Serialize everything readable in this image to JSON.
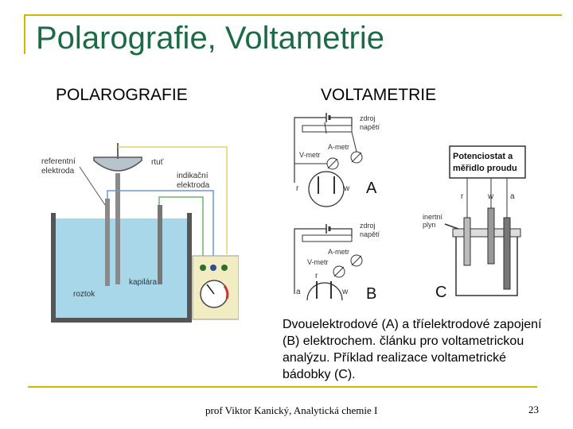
{
  "slide": {
    "title": "Polarografie, Voltametrie",
    "subtitle_left": "POLAROGRAFIE",
    "subtitle_right": "VOLTAMETRIE",
    "caption": "Dvouelektrodové (A) a tříelektrodové zapojení (B) elektrochem. článku pro voltametrickou analýzu. Příklad realizace voltametrické bádobky (C).",
    "footer": "prof Viktor Kanický, Analytická chemie I",
    "page_number": "23"
  },
  "polarography_figure": {
    "label_reference": "referentní",
    "label_reference_2": "elektroda",
    "label_mercury": "rtuť",
    "label_indicator": "indikační",
    "label_indicator_2": "elektroda",
    "label_capillary": "kapilára",
    "label_solution": "roztok"
  },
  "voltammetry_figure": {
    "source_1": "zdroj",
    "source_2": "napětí",
    "ammeter": "A-metr",
    "voltmeter": "V-metr",
    "r": "r",
    "w": "w",
    "a": "a",
    "label_A": "A",
    "label_B": "B",
    "label_C": "C",
    "potentiostat_1": "Potenciostat a",
    "potentiostat_2": "měřidlo proudu",
    "inert_gas_1": "inertní",
    "inert_gas_2": "plyn"
  }
}
